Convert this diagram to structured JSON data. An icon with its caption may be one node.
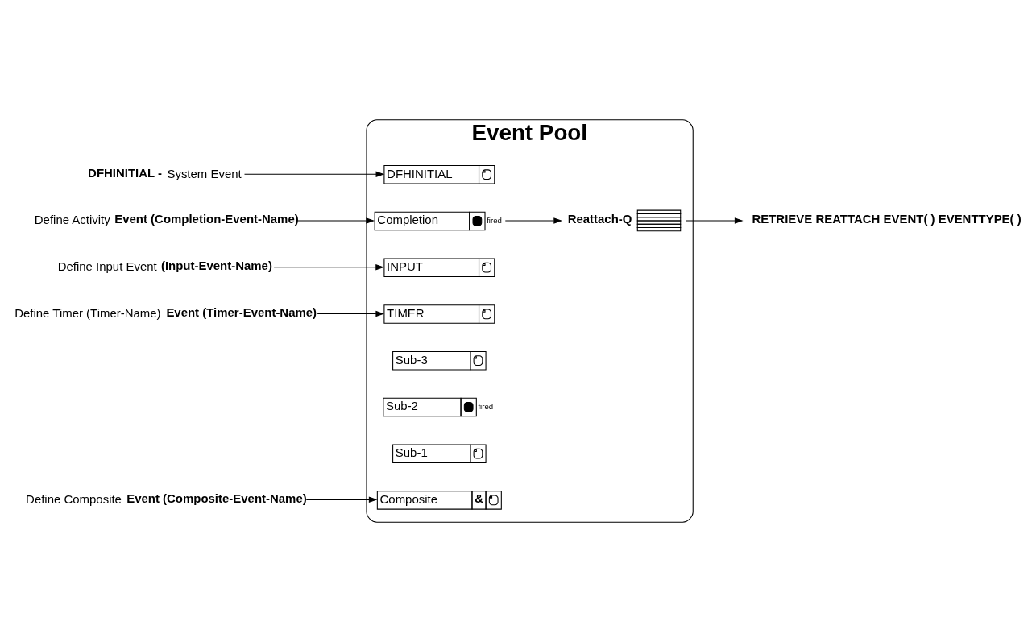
{
  "diagram": {
    "nodes": [
      {
        "text": [
          "**DFHINITIAL -** System Event"
        ]
      },
      {
        "text": [
          "Define Activity **Event (Completion-Event-Name)**"
        ]
      },
      {
        "text": [
          "Define Input Event **(Input-Event-Name)**"
        ]
      },
      {
        "text": [
          "Define Timer (Timer-Name) **Event (Timer-Event-Name)**"
        ]
      },
      {
        "text": [
          "Define Composite **Event (Composite-Event-Name)**"
        ]
      },
      {
        "text": [
          "Event Pool"
        ]
      },
      {
        "text": [
          "TIMER"
        ],
        "in": 5
      },
      {
        "text": [
          "INPUT"
        ],
        "in": 5
      },
      {
        "text": [
          "Completion"
        ],
        "in": 5,
        "beside": [
          "fired"
        ]
      },
      {
        "text": [
          "DFHINITIAL"
        ],
        "in": 5
      },
      {
        "text": [
          "Composite",
          "&"
        ],
        "in": 5
      },
      {
        "text": [
          "Sub-1"
        ],
        "in": 5
      },
      {
        "text": [
          "Sub-2"
        ],
        "in": 5,
        "beside": [
          "fired"
        ]
      },
      {
        "text": [
          "Sub-3"
        ],
        "in": 5
      },
      {
        "text": [
          "Reattach-Q"
        ],
        "in": 5
      },
      {
        "text": [
          "RETRIEVE REATTACH EVENT( ) EVENTTYPE( )"
        ]
      }
    ],
    "edges": [
      {
        "from": 0,
        "to": 9,
        "arrow": "to"
      },
      {
        "from": 1,
        "to": 8,
        "arrow": "to"
      },
      {
        "from": 2,
        "to": 7,
        "arrow": "to"
      },
      {
        "from": 3,
        "to": 6,
        "arrow": "to"
      },
      {
        "from": 4,
        "to": 10,
        "arrow": "to"
      },
      {
        "from": 8,
        "to": 14,
        "arrow": "to"
      },
      {
        "from": 14,
        "to": 15,
        "arrow": "to"
      }
    ]
  }
}
